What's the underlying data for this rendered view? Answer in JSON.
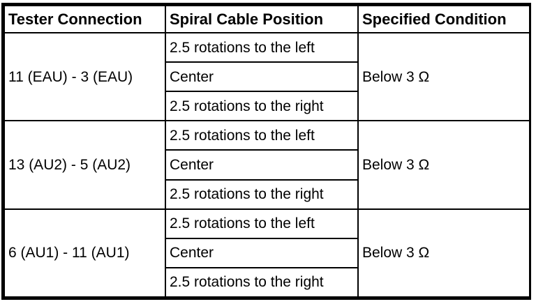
{
  "table": {
    "headers": [
      "Tester Connection",
      "Spiral Cable Position",
      "Specified Condition"
    ],
    "groups": [
      {
        "connection": "11 (EAU) - 3 (EAU)",
        "positions": [
          "2.5 rotations to the left",
          "Center",
          "2.5 rotations to the right"
        ],
        "condition": "Below 3 Ω"
      },
      {
        "connection": "13 (AU2) - 5 (AU2)",
        "positions": [
          "2.5 rotations to the left",
          "Center",
          "2.5 rotations to the right"
        ],
        "condition": "Below 3 Ω"
      },
      {
        "connection": "6 (AU1) - 11 (AU1)",
        "positions": [
          "2.5 rotations to the left",
          "Center",
          "2.5 rotations to the right"
        ],
        "condition": "Below 3 Ω"
      }
    ]
  }
}
